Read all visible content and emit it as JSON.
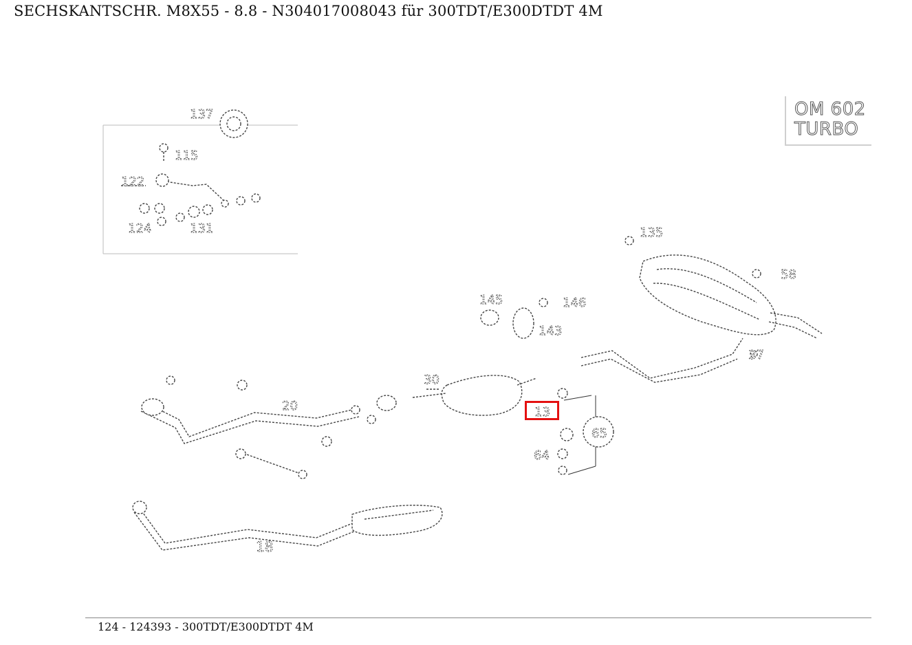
{
  "page": {
    "title": "SECHSKANTSCHR. M8X55 - 8.8 - N304017008043 für 300TDT/E300DTDT 4M",
    "footer": "124 - 124393 - 300TDT/E300DTDT 4M"
  },
  "engine_badge": {
    "line1": "OM 602",
    "line2": "TURBO"
  },
  "highlight": {
    "label": "13",
    "color": "#e41010"
  },
  "part_labels": {
    "p137": "137",
    "p115": "115",
    "p122": "122",
    "p124": "124",
    "p131": "131",
    "p135": "135",
    "p58": "58",
    "p146": "146",
    "p145": "145",
    "p143": "143",
    "p30": "30",
    "p20": "20",
    "p18": "18",
    "p65": "65",
    "p13": "13",
    "p64": "64",
    "p37": "37"
  }
}
